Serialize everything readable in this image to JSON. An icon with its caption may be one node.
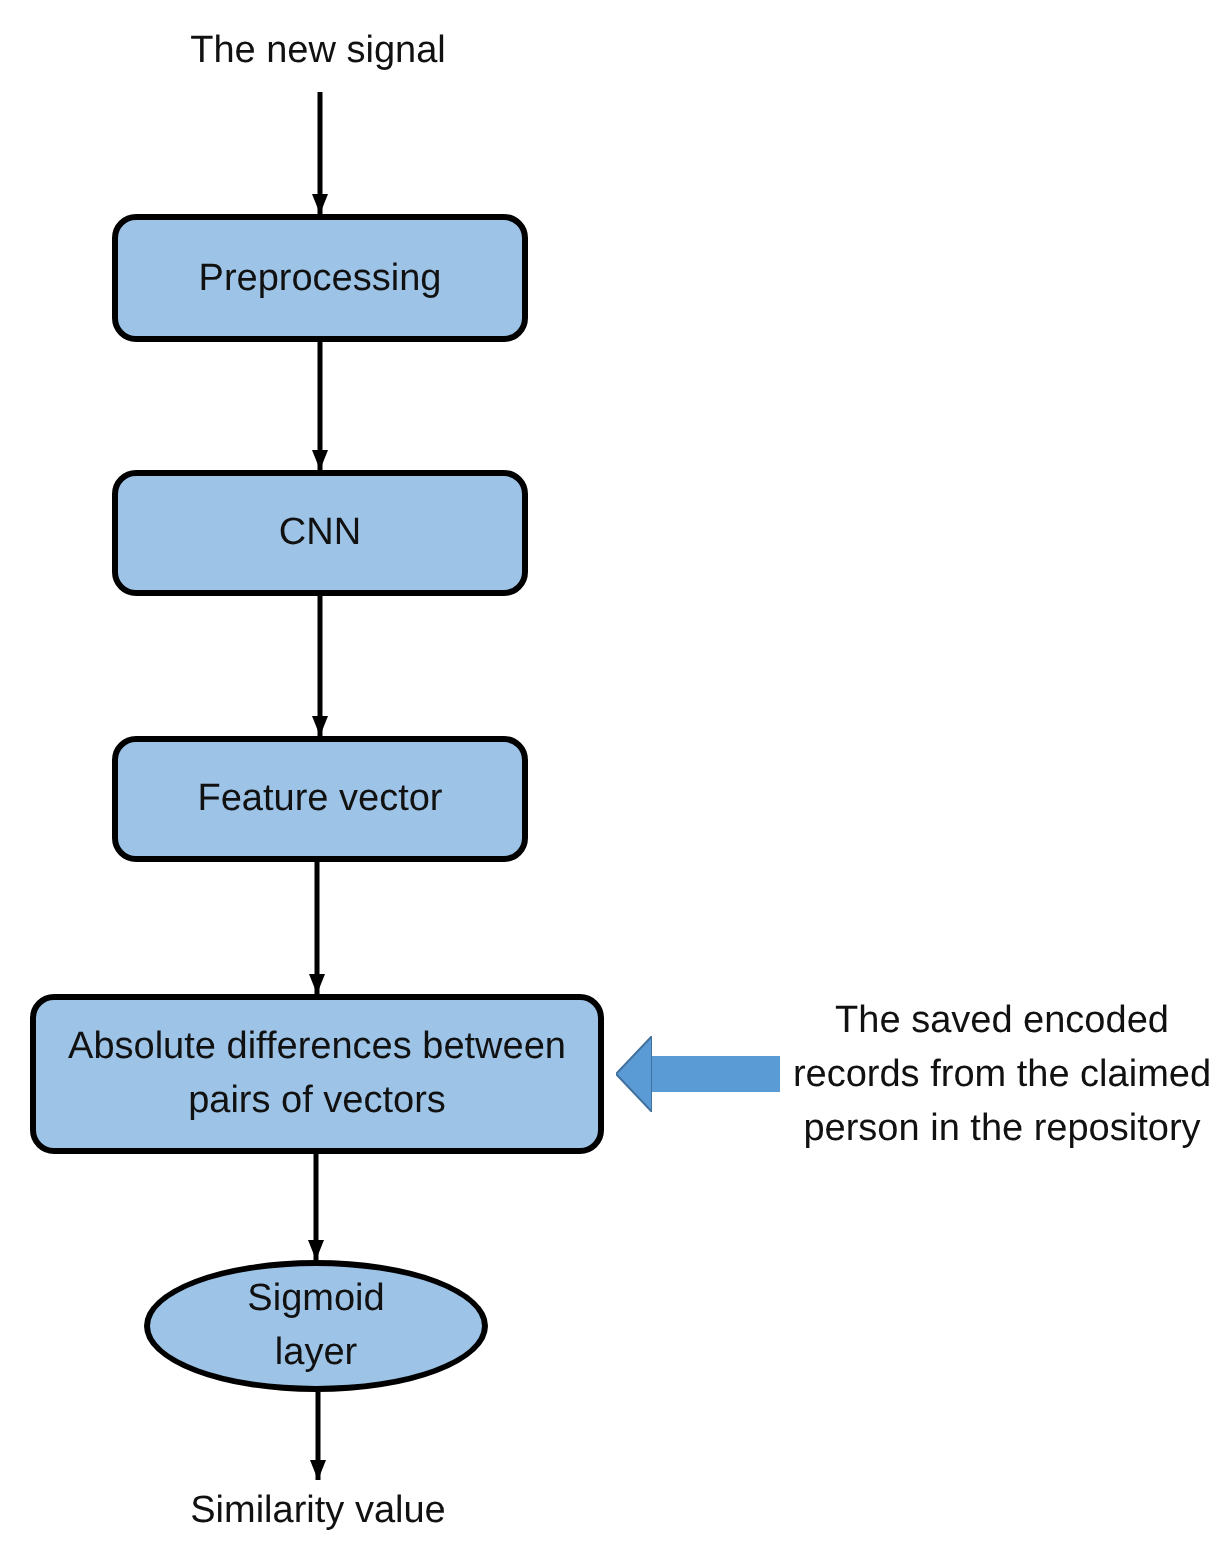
{
  "diagram": {
    "nodes": [
      {
        "text": [
          "The new signal"
        ]
      },
      {
        "text": [
          "Preprocessing"
        ]
      },
      {
        "text": [
          "CNN"
        ]
      },
      {
        "text": [
          "Feature vector"
        ]
      },
      {
        "text": [
          "Absolute differences between pairs of vectors"
        ]
      },
      {
        "text": [
          "Sigmoid layer"
        ]
      },
      {
        "text": [
          "Similarity value"
        ]
      },
      {
        "text": [
          "The saved encoded records from the claimed person in the repository"
        ]
      }
    ],
    "edges": [
      {
        "from": 0,
        "to": 1,
        "arrow": "to"
      },
      {
        "from": 1,
        "to": 2,
        "arrow": "to"
      },
      {
        "from": 2,
        "to": 3,
        "arrow": "to"
      },
      {
        "from": 3,
        "to": 4,
        "arrow": "to"
      },
      {
        "from": 4,
        "to": 5,
        "arrow": "to"
      },
      {
        "from": 5,
        "to": 6,
        "arrow": "to"
      },
      {
        "from": 7,
        "to": 4,
        "arrow": "to",
        "style": "thick",
        "color": "#5b9bd5"
      }
    ]
  }
}
